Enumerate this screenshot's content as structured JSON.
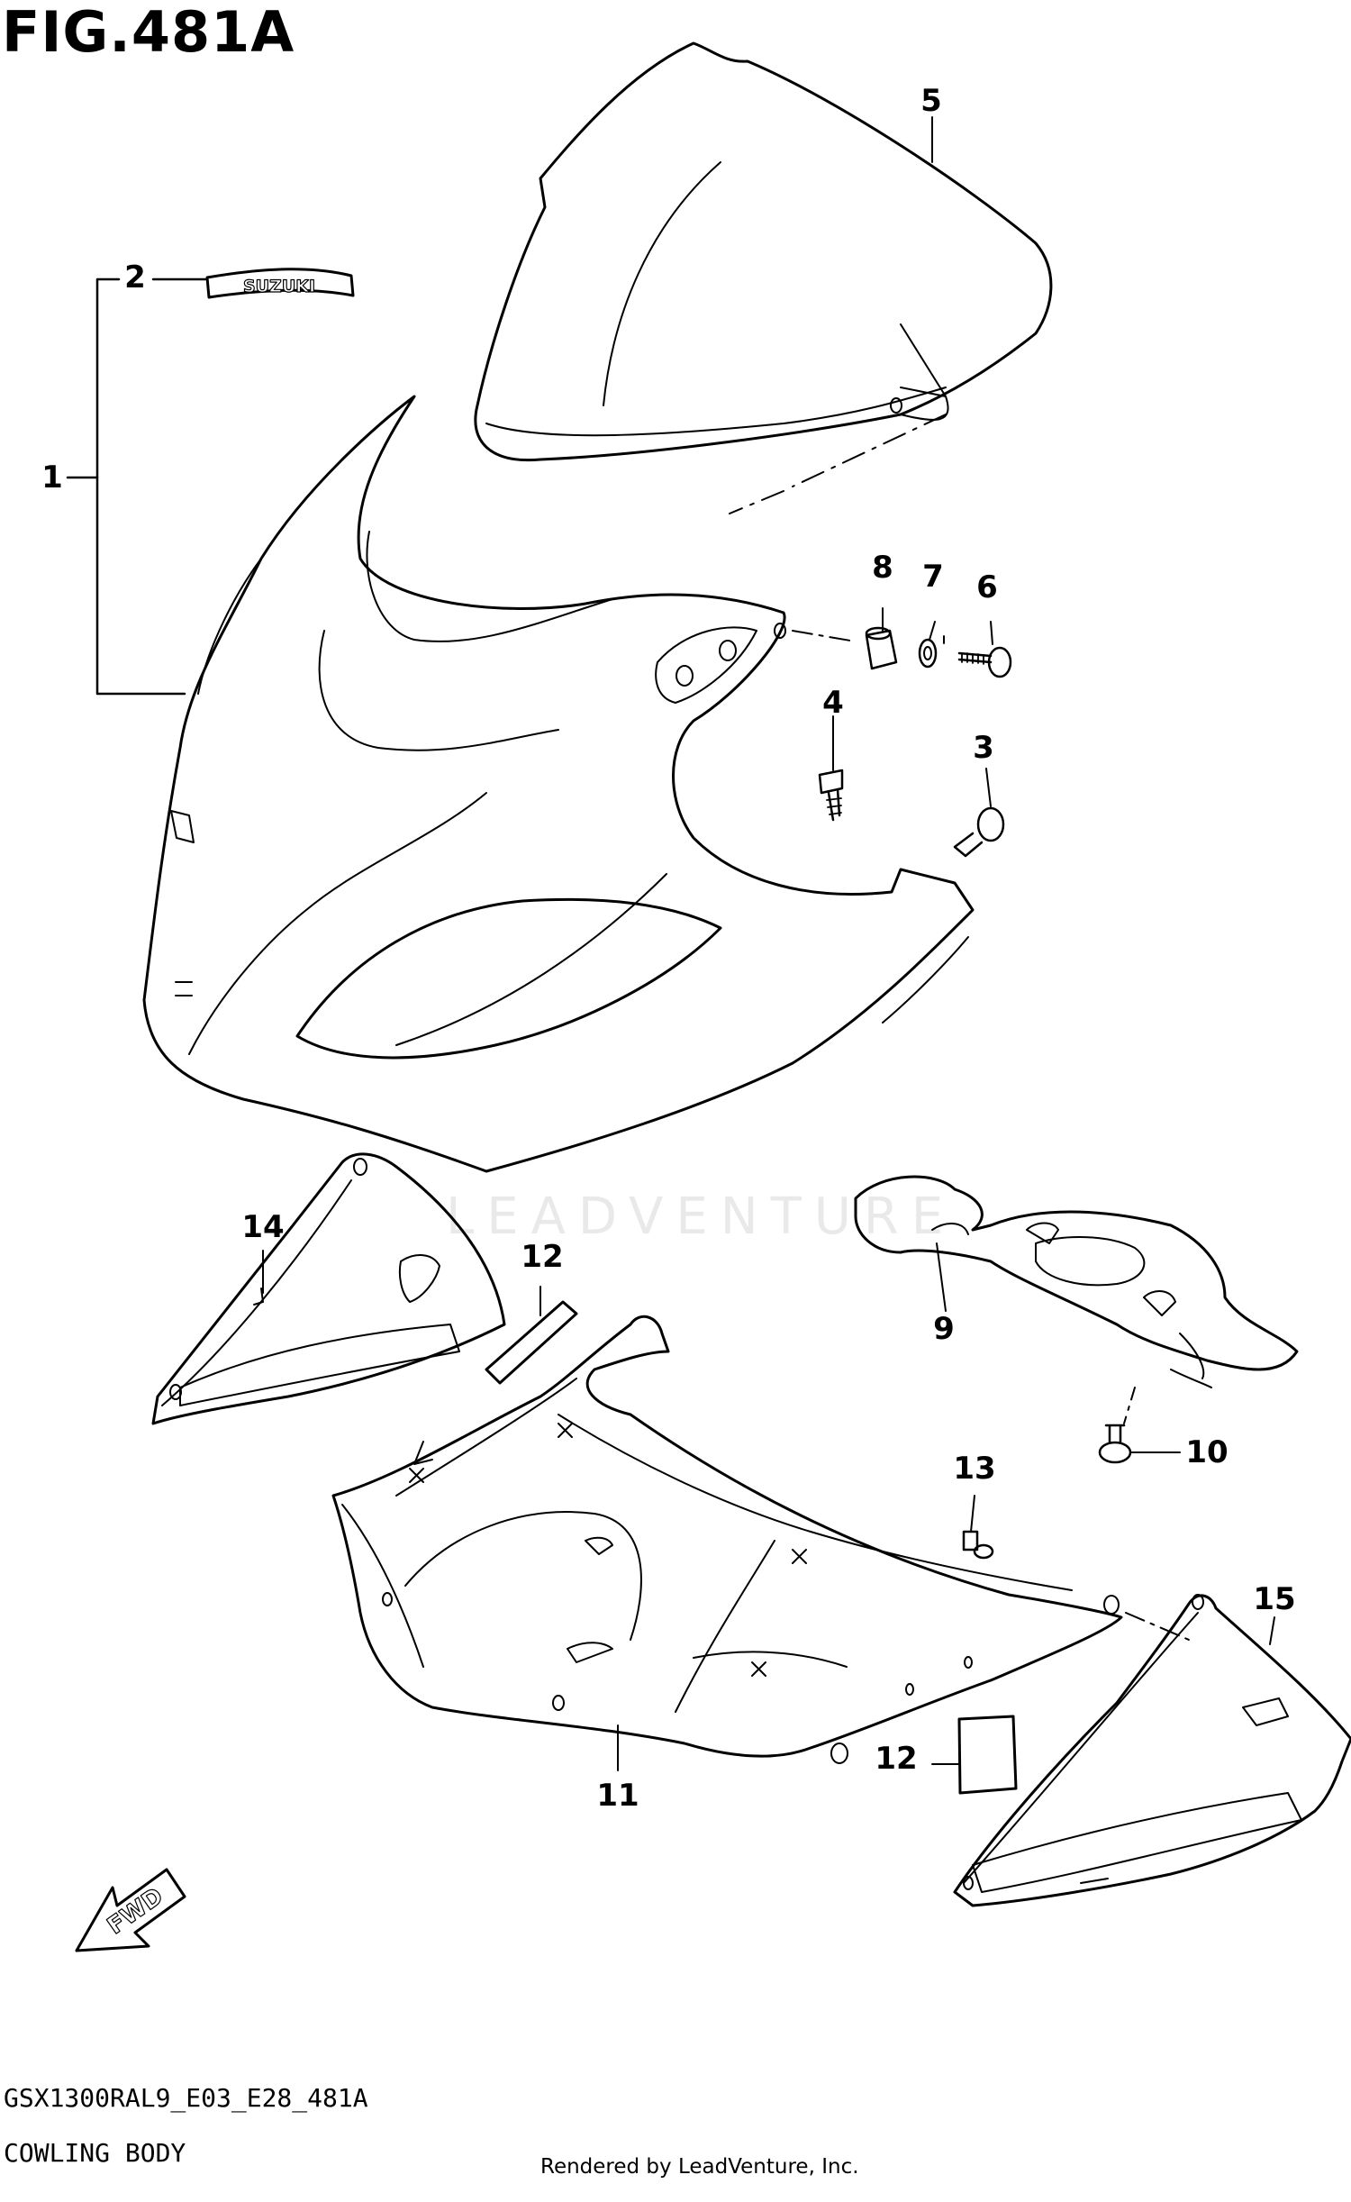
{
  "figure": {
    "title": "FIG.481A",
    "model_code": "GSX1300RAL9_E03_E28_481A",
    "section_name": "COWLING BODY",
    "render_credit": "Rendered by LeadVenture, Inc.",
    "watermark": "LEADVENTURE"
  },
  "decal_text": "SUZUKI",
  "direction_marker": "FWD",
  "callouts": [
    {
      "id": "1",
      "label": "1"
    },
    {
      "id": "2",
      "label": "2"
    },
    {
      "id": "3",
      "label": "3"
    },
    {
      "id": "4",
      "label": "4"
    },
    {
      "id": "5",
      "label": "5"
    },
    {
      "id": "6",
      "label": "6"
    },
    {
      "id": "7",
      "label": "7"
    },
    {
      "id": "8",
      "label": "8"
    },
    {
      "id": "9",
      "label": "9"
    },
    {
      "id": "10",
      "label": "10"
    },
    {
      "id": "11",
      "label": "11"
    },
    {
      "id": "12a",
      "label": "12"
    },
    {
      "id": "12b",
      "label": "12"
    },
    {
      "id": "13",
      "label": "13"
    },
    {
      "id": "14",
      "label": "14"
    },
    {
      "id": "15",
      "label": "15"
    }
  ]
}
